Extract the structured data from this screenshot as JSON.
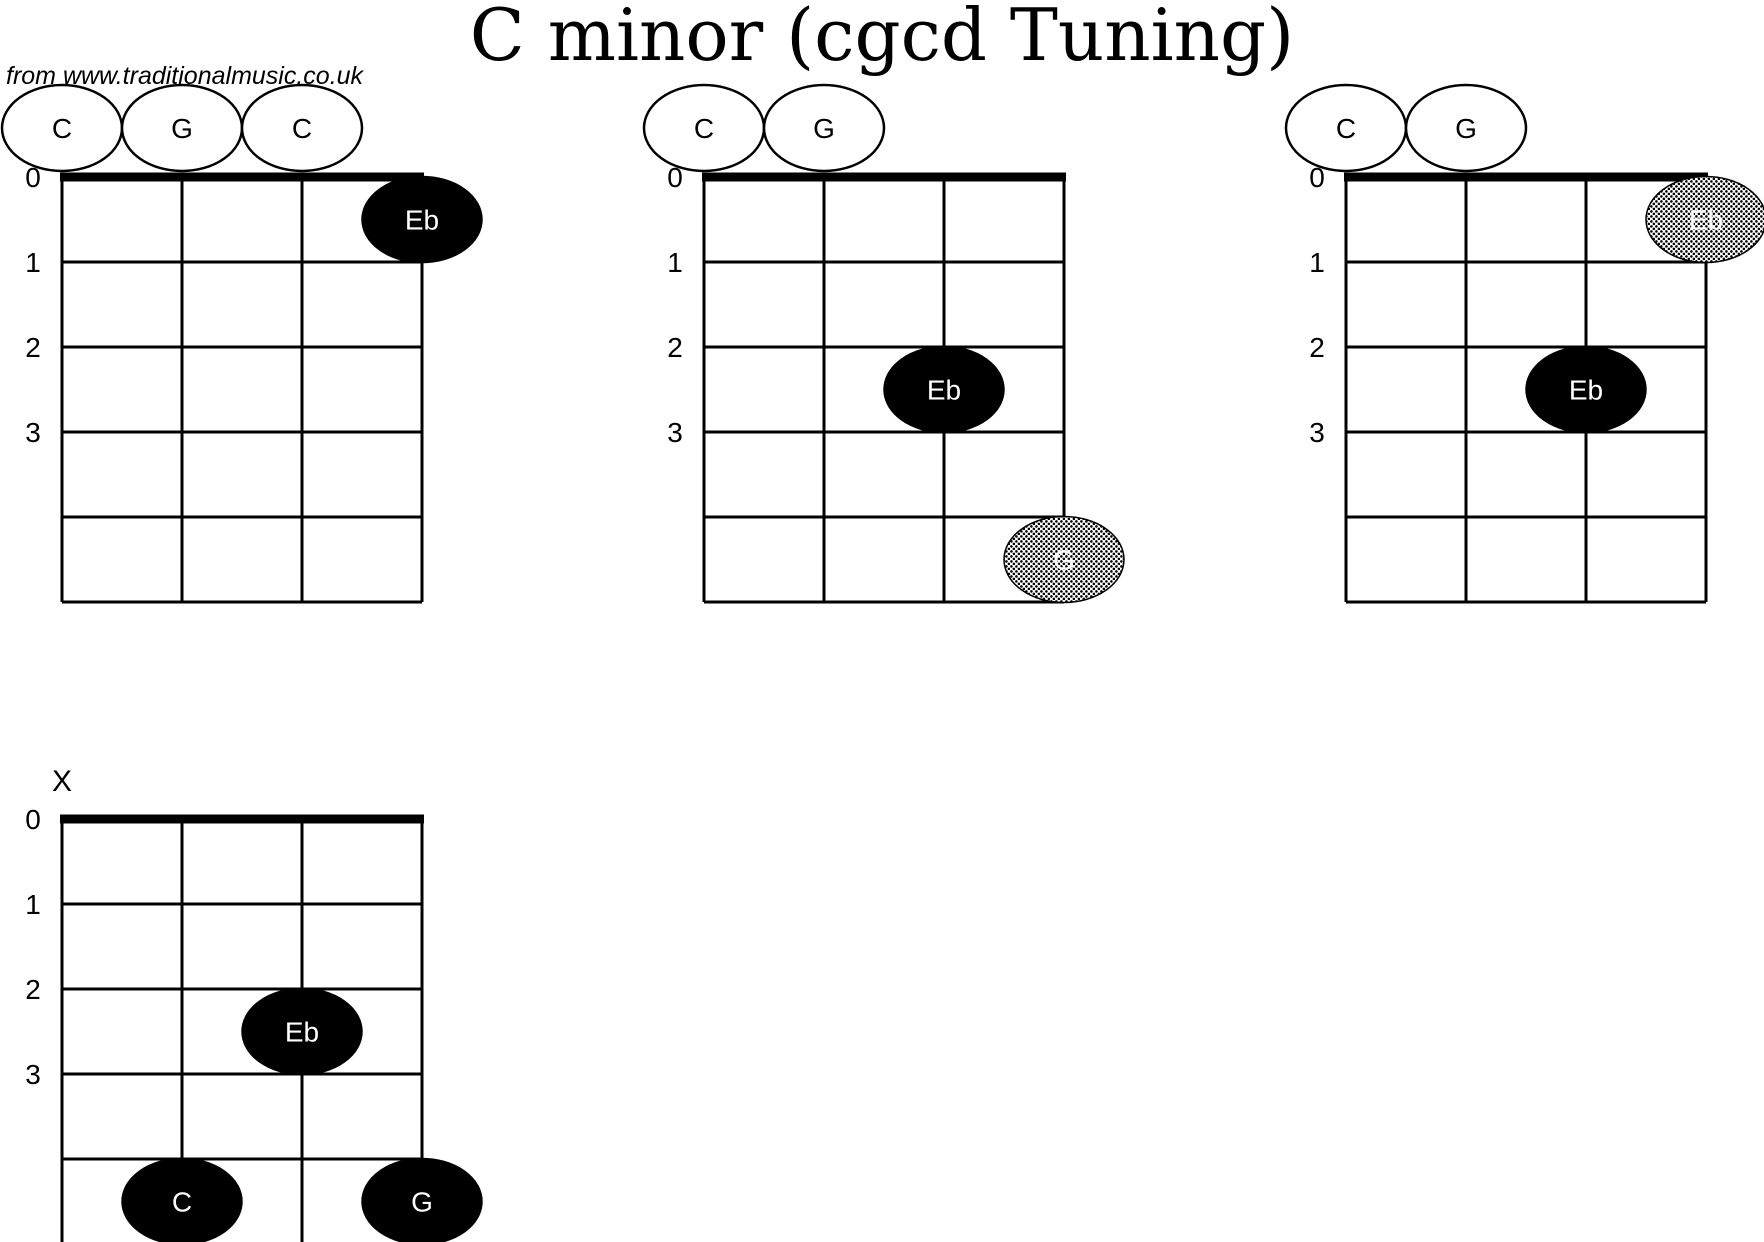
{
  "title": "C minor (cgcd Tuning)",
  "source": "from www.traditionalmusic.co.uk",
  "colors": {
    "ink": "#000000",
    "paper": "#ffffff"
  },
  "fret_labels": [
    "0",
    "1",
    "2",
    "3"
  ],
  "diagrams": [
    {
      "open": [
        {
          "string": 0,
          "label": "C"
        },
        {
          "string": 1,
          "label": "G"
        },
        {
          "string": 2,
          "label": "C"
        }
      ],
      "muted": [],
      "dots": [
        {
          "string": 3,
          "fret": 1,
          "label": "Eb",
          "style": "solid"
        }
      ]
    },
    {
      "open": [
        {
          "string": 0,
          "label": "C"
        },
        {
          "string": 1,
          "label": "G"
        }
      ],
      "muted": [],
      "dots": [
        {
          "string": 2,
          "fret": 3,
          "label": "Eb",
          "style": "solid"
        },
        {
          "string": 3,
          "fret": 5,
          "label": "G",
          "style": "stippled"
        }
      ]
    },
    {
      "open": [
        {
          "string": 0,
          "label": "C"
        },
        {
          "string": 1,
          "label": "G"
        }
      ],
      "muted": [],
      "dots": [
        {
          "string": 2,
          "fret": 3,
          "label": "Eb",
          "style": "solid"
        },
        {
          "string": 3,
          "fret": 1,
          "label": "Eb",
          "style": "stippled"
        }
      ]
    },
    {
      "open": [],
      "muted": [
        {
          "string": 0,
          "label": "X"
        }
      ],
      "dots": [
        {
          "string": 2,
          "fret": 3,
          "label": "Eb",
          "style": "solid"
        },
        {
          "string": 1,
          "fret": 5,
          "label": "C",
          "style": "solid"
        },
        {
          "string": 3,
          "fret": 5,
          "label": "G",
          "style": "solid"
        }
      ]
    }
  ]
}
